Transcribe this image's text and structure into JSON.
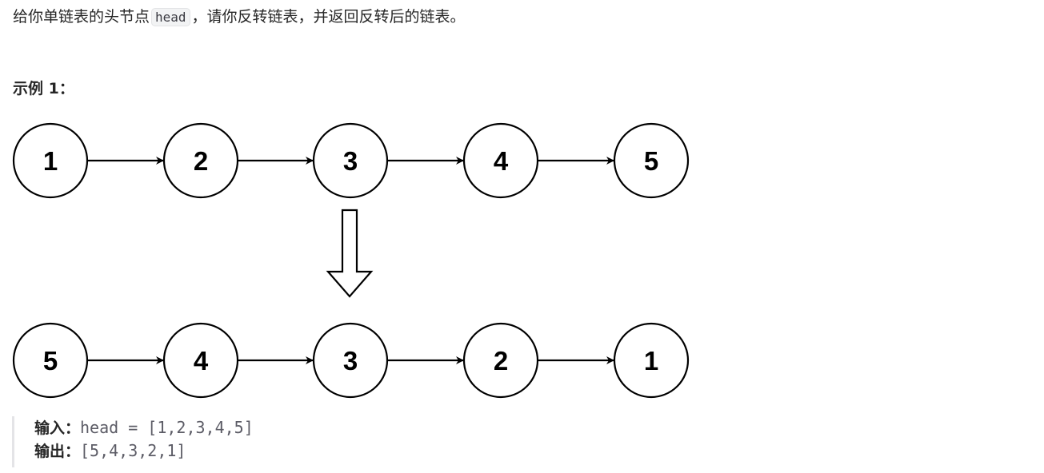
{
  "description": {
    "before_code": "给你单链表的头节点",
    "code": "head",
    "after_code": "，请你反转链表，并返回反转后的链表。"
  },
  "example": {
    "title": "示例 1：",
    "diagram": {
      "original_list": [
        "1",
        "2",
        "3",
        "4",
        "5"
      ],
      "reversed_list": [
        "5",
        "4",
        "3",
        "2",
        "1"
      ],
      "arrow_icon": "down-hollow-arrow-icon"
    },
    "input_label": "输入：",
    "input_value": "head = [1,2,3,4,5]",
    "output_label": "输出：",
    "output_value": "[5,4,3,2,1]"
  }
}
